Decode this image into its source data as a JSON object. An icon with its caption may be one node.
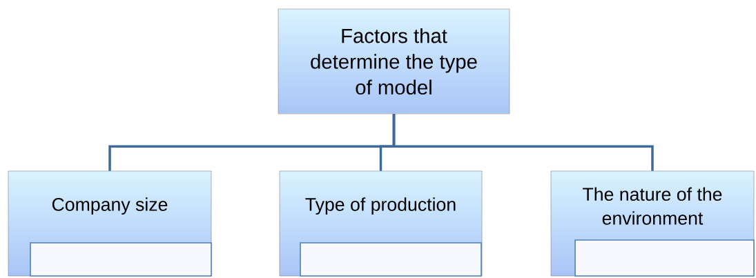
{
  "diagram": {
    "nodes": [
      {
        "text": [
          "Factors that determine the type of model"
        ]
      },
      {
        "text": [
          "Company size"
        ]
      },
      {
        "text": [
          "Type of production"
        ]
      },
      {
        "text": [
          "The nature of the environment"
        ]
      },
      {
        "text": [],
        "shape": "box",
        "in": 1
      },
      {
        "text": [],
        "shape": "box",
        "in": 2
      },
      {
        "text": [],
        "shape": "box",
        "in": 3
      }
    ],
    "edges": [
      {
        "from": 0,
        "to": 1,
        "arrow": "none"
      },
      {
        "from": 0,
        "to": 2,
        "arrow": "none"
      },
      {
        "from": 0,
        "to": 3,
        "arrow": "none"
      }
    ]
  }
}
